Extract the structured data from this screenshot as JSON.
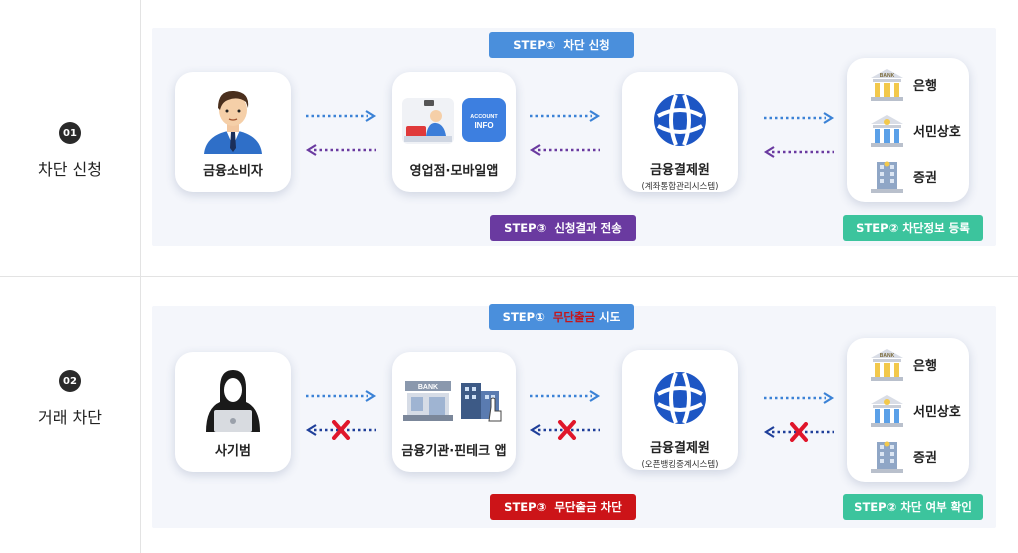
{
  "rows": [
    {
      "number": "01",
      "title": "차단 신청",
      "consumer_label": "금융소비자",
      "channel_label": "영업점·모바일앱",
      "account_info_text": [
        "ACCOUNT",
        "INFO"
      ],
      "kftc_label": "금융결제원",
      "kftc_sub": "(계좌통합관리시스템)",
      "institutions": [
        "은행",
        "서민상호",
        "증권"
      ],
      "step1": {
        "prefix": "STEP①",
        "text": "차단 신청",
        "red_text": ""
      },
      "step2": {
        "prefix": "STEP②",
        "text": "차단정보 등록"
      },
      "step3": {
        "prefix": "STEP③",
        "text": "신청결과 전송"
      }
    },
    {
      "number": "02",
      "title": "거래 차단",
      "consumer_label": "사기범",
      "channel_label": "금융기관·핀테크 앱",
      "bank_sign": "BANK",
      "kftc_label": "금융결제원",
      "kftc_sub": "(오픈뱅킹중계시스템)",
      "institutions": [
        "은행",
        "서민상호",
        "증권"
      ],
      "step1": {
        "prefix": "STEP①",
        "text": "시도",
        "red_text": "무단출금"
      },
      "step2": {
        "prefix": "STEP②",
        "text": "차단 여부 확인"
      },
      "step3": {
        "prefix": "STEP③",
        "text": "무단출금 차단"
      }
    }
  ],
  "bank_icon_sign": "BANK",
  "colors": {
    "step_blue": "#4a8fdc",
    "step_purple": "#6a3aa0",
    "step_teal": "#3cc49d",
    "step_red": "#cc1418",
    "arrow_blue": "#3b82d6",
    "arrow_purple": "#6a3aa0",
    "arrow_navy": "#1f3f9a",
    "block_x": "#e0162b"
  }
}
